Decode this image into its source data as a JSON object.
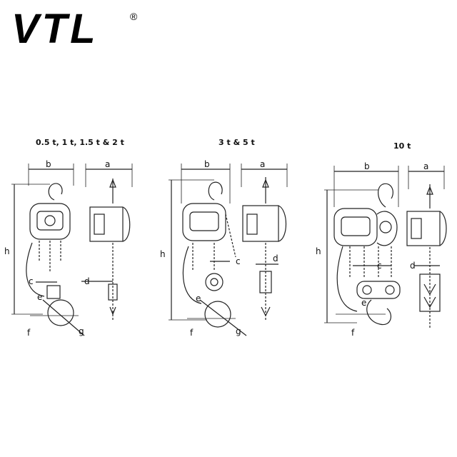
{
  "brand": {
    "name": "VTL",
    "registered_mark": "®",
    "color": "#000000"
  },
  "captions": {
    "hoist_small": "0.5 t, 1 t, 1.5 t & 2 t",
    "hoist_medium": "3 t & 5 t",
    "hoist_large": "10 t"
  },
  "dimension_labels": {
    "b": "b",
    "a": "a",
    "h": "h",
    "c": "c",
    "d": "d",
    "e": "e",
    "f": "f",
    "g": "g"
  },
  "line_color": "#222222"
}
